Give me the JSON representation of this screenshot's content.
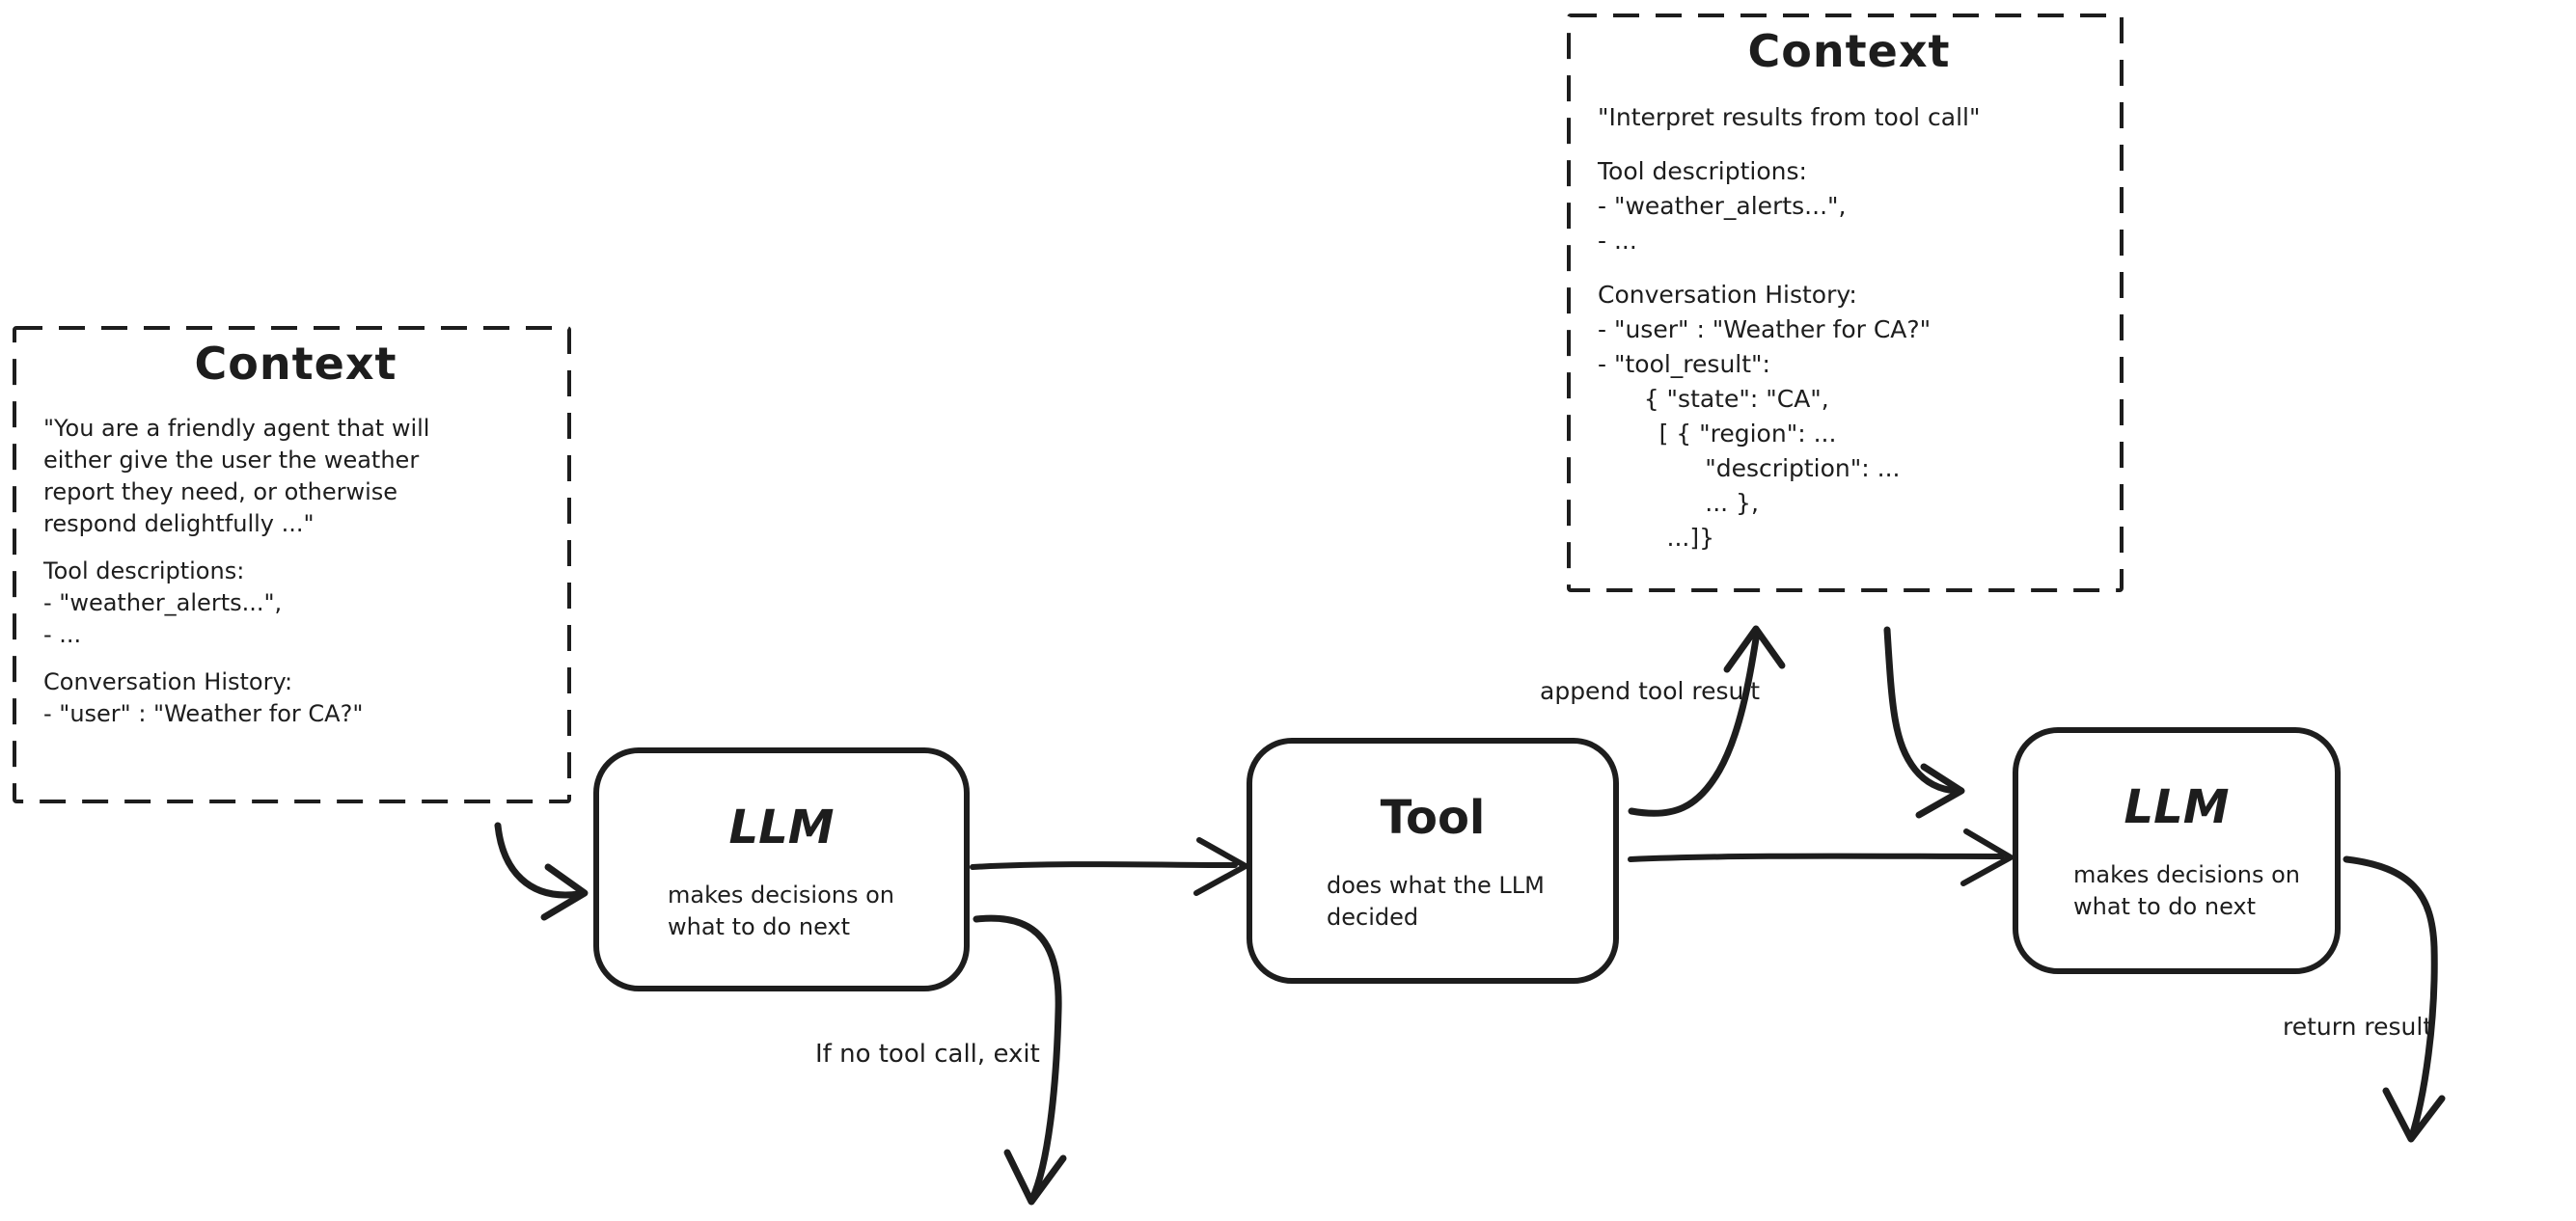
{
  "ink_color": "#1d1d1d",
  "background_color": "#ffffff",
  "context_left": {
    "title": "Context",
    "lines": [
      "\"You are a friendly agent that will",
      "either give the user the weather",
      "report they need, or otherwise",
      "respond delightfully ...\"",
      "",
      "Tool descriptions:",
      "- \"weather_alerts...\",",
      "- ...",
      "",
      "Conversation History:",
      "- \"user\" : \"Weather for CA?\""
    ]
  },
  "context_right": {
    "title": "Context",
    "lines": [
      "\"Interpret results from tool call\"",
      "",
      "Tool descriptions:",
      "- \"weather_alerts...\",",
      "- ...",
      "",
      "Conversation History:",
      "- \"user\" : \"Weather for CA?\"",
      "- \"tool_result\":",
      "      { \"state\": \"CA\",",
      "        [ { \"region\": ...",
      "              \"description\": ...",
      "              ... },",
      "         ...]}"
    ]
  },
  "nodes": {
    "llm1": {
      "title": "LLM",
      "subtitle": "makes decisions on\nwhat to do next"
    },
    "tool": {
      "title": "Tool",
      "subtitle": "does what the LLM\ndecided"
    },
    "llm2": {
      "title": "LLM",
      "subtitle": "makes decisions on\nwhat to do next"
    }
  },
  "labels": {
    "append_tool_result": "append tool result",
    "if_no_tool_call_exit": "If no tool call, exit",
    "return_result": "return result"
  }
}
